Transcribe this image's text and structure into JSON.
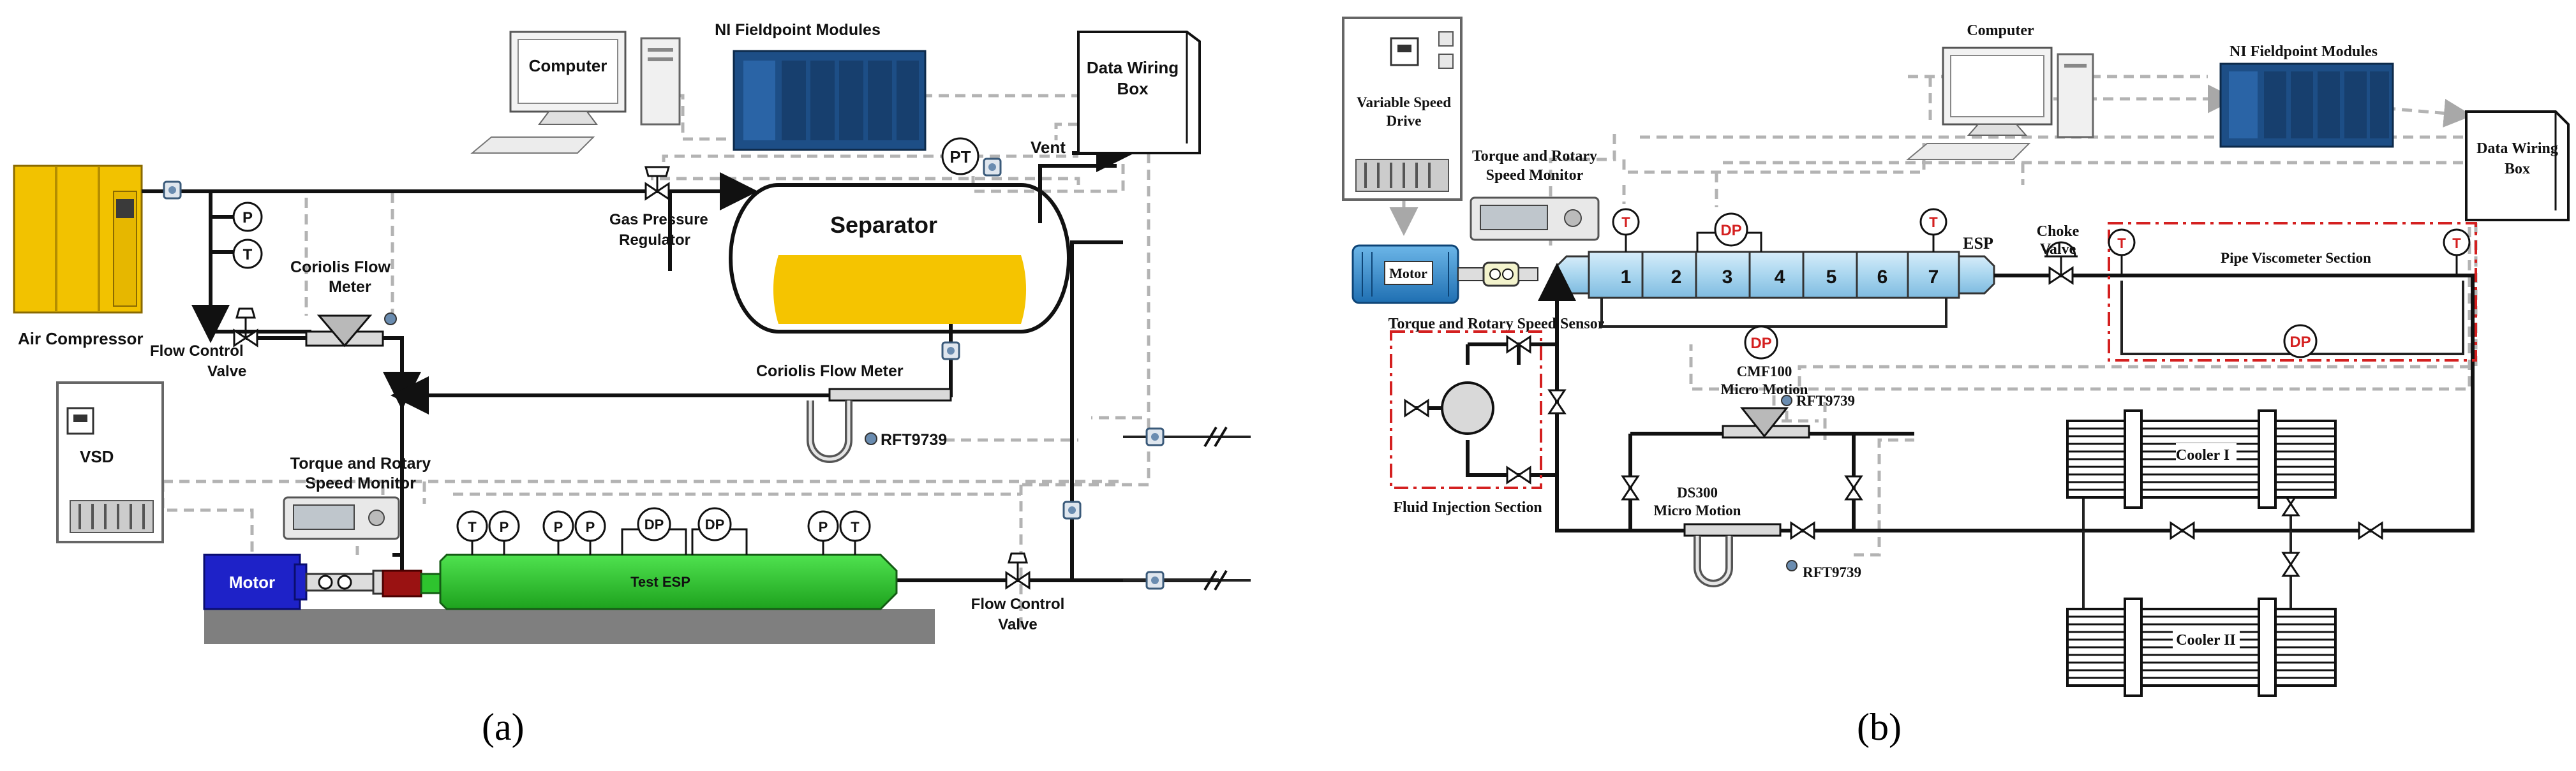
{
  "panel_a": {
    "caption": "(a)",
    "labels": {
      "computer": "Computer",
      "ni_modules": "NI Fieldpoint Modules",
      "data_wiring_box_1": "Data Wiring",
      "data_wiring_box_2": "Box",
      "air_compressor": "Air Compressor",
      "gas_pressure_regulator_1": "Gas Pressure",
      "gas_pressure_regulator_2": "Regulator",
      "separator": "Separator",
      "pt": "PT",
      "vent": "Vent",
      "coriolis_meter_top_1": "Coriolis Flow",
      "coriolis_meter_top_2": "Meter",
      "flow_control_valve_left_1": "Flow Control",
      "flow_control_valve_left_2": "Valve",
      "coriolis_meter_mid": "Coriolis Flow Meter",
      "rft": "RFT9739",
      "vsd": "VSD",
      "torque_monitor_1": "Torque and Rotary",
      "torque_monitor_2": "Speed Monitor",
      "motor": "Motor",
      "test_esp": "Test ESP",
      "flow_control_valve_right_1": "Flow Control",
      "flow_control_valve_right_2": "Valve",
      "p": "P",
      "t": "T",
      "dp": "DP"
    }
  },
  "panel_b": {
    "caption": "(b)",
    "labels": {
      "vsd_1": "Variable Speed",
      "vsd_2": "Drive",
      "torque_monitor_1": "Torque and Rotary",
      "torque_monitor_2": "Speed Monitor",
      "computer": "Computer",
      "ni_modules": "NI Fieldpoint Modules",
      "data_wiring_box_1": "Data Wiring",
      "data_wiring_box_2": "Box",
      "motor": "Motor",
      "torque_sensor": "Torque and Rotary Speed Sensor",
      "esp": "ESP",
      "choke_1": "Choke",
      "choke_2": "Valve",
      "pipe_viscometer": "Pipe Viscometer Section",
      "cmf100_1": "CMF100",
      "cmf100_2": "Micro Motion",
      "rft_1": "RFT9739",
      "rft_2": "RFT9739",
      "ds300_1": "DS300",
      "ds300_2": "Micro Motion",
      "fluid_injection": "Fluid Injection Section",
      "cooler_1": "Cooler I",
      "cooler_2": "Cooler II",
      "t": "T",
      "dp": "DP",
      "stages": [
        "1",
        "2",
        "3",
        "4",
        "5",
        "6",
        "7"
      ]
    }
  },
  "colors": {
    "compressor_yellow": "#f2c200",
    "separator_liquid": "#f5c400",
    "esp_green": "#2ec42e",
    "motor_blue": "#1e22c8",
    "coupling_red": "#9a1212",
    "esp_blue": "#a9d6ef",
    "motor_b_blue": "#3f9ad8",
    "ni_module_blue": "#1d4e86",
    "signal_gray": "#b3b3b3",
    "red_boundary": "#d42020"
  }
}
